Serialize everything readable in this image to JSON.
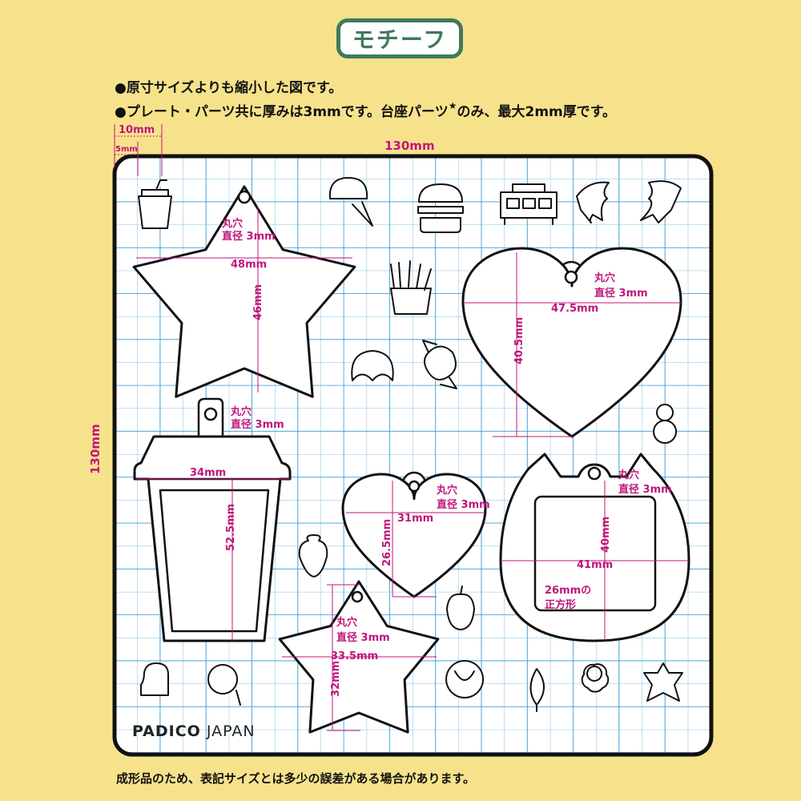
{
  "title": "モチーフ",
  "notes": [
    "●原寸サイズよりも縮小した図です。",
    "●プレート・パーツ共に厚みは3mmです。台座パーツ",
    "のみ、最大2mm厚です。"
  ],
  "star_mark": "★",
  "footer": "成形品のため、表記サイズとは多少の誤差がある場合があります。",
  "brand": {
    "name": "PADICO",
    "suffix": "JAPAN"
  },
  "board_dimensions": {
    "width": "130mm",
    "height": "130mm",
    "grid_major": "10mm",
    "grid_minor": "5mm"
  },
  "hole_label": {
    "line1": "丸穴",
    "line2": "直径 3mm"
  },
  "parts": {
    "big_star": {
      "width": "48mm",
      "height": "46mm"
    },
    "big_heart": {
      "width": "47.5mm",
      "height": "40.5mm"
    },
    "cup": {
      "width": "34mm",
      "height": "52.5mm"
    },
    "small_heart": {
      "width": "31mm",
      "height": "26.5mm"
    },
    "cat": {
      "width": "41mm",
      "height": "40mm",
      "window_line1": "26mmの",
      "window_line2": "正方形"
    },
    "small_star": {
      "width": "33.5mm",
      "height": "32mm"
    }
  },
  "colors": {
    "background": "#f7e28c",
    "accent": "#3f7a5c",
    "dimension": "#c0157a",
    "grid": "#3a9fdc"
  }
}
